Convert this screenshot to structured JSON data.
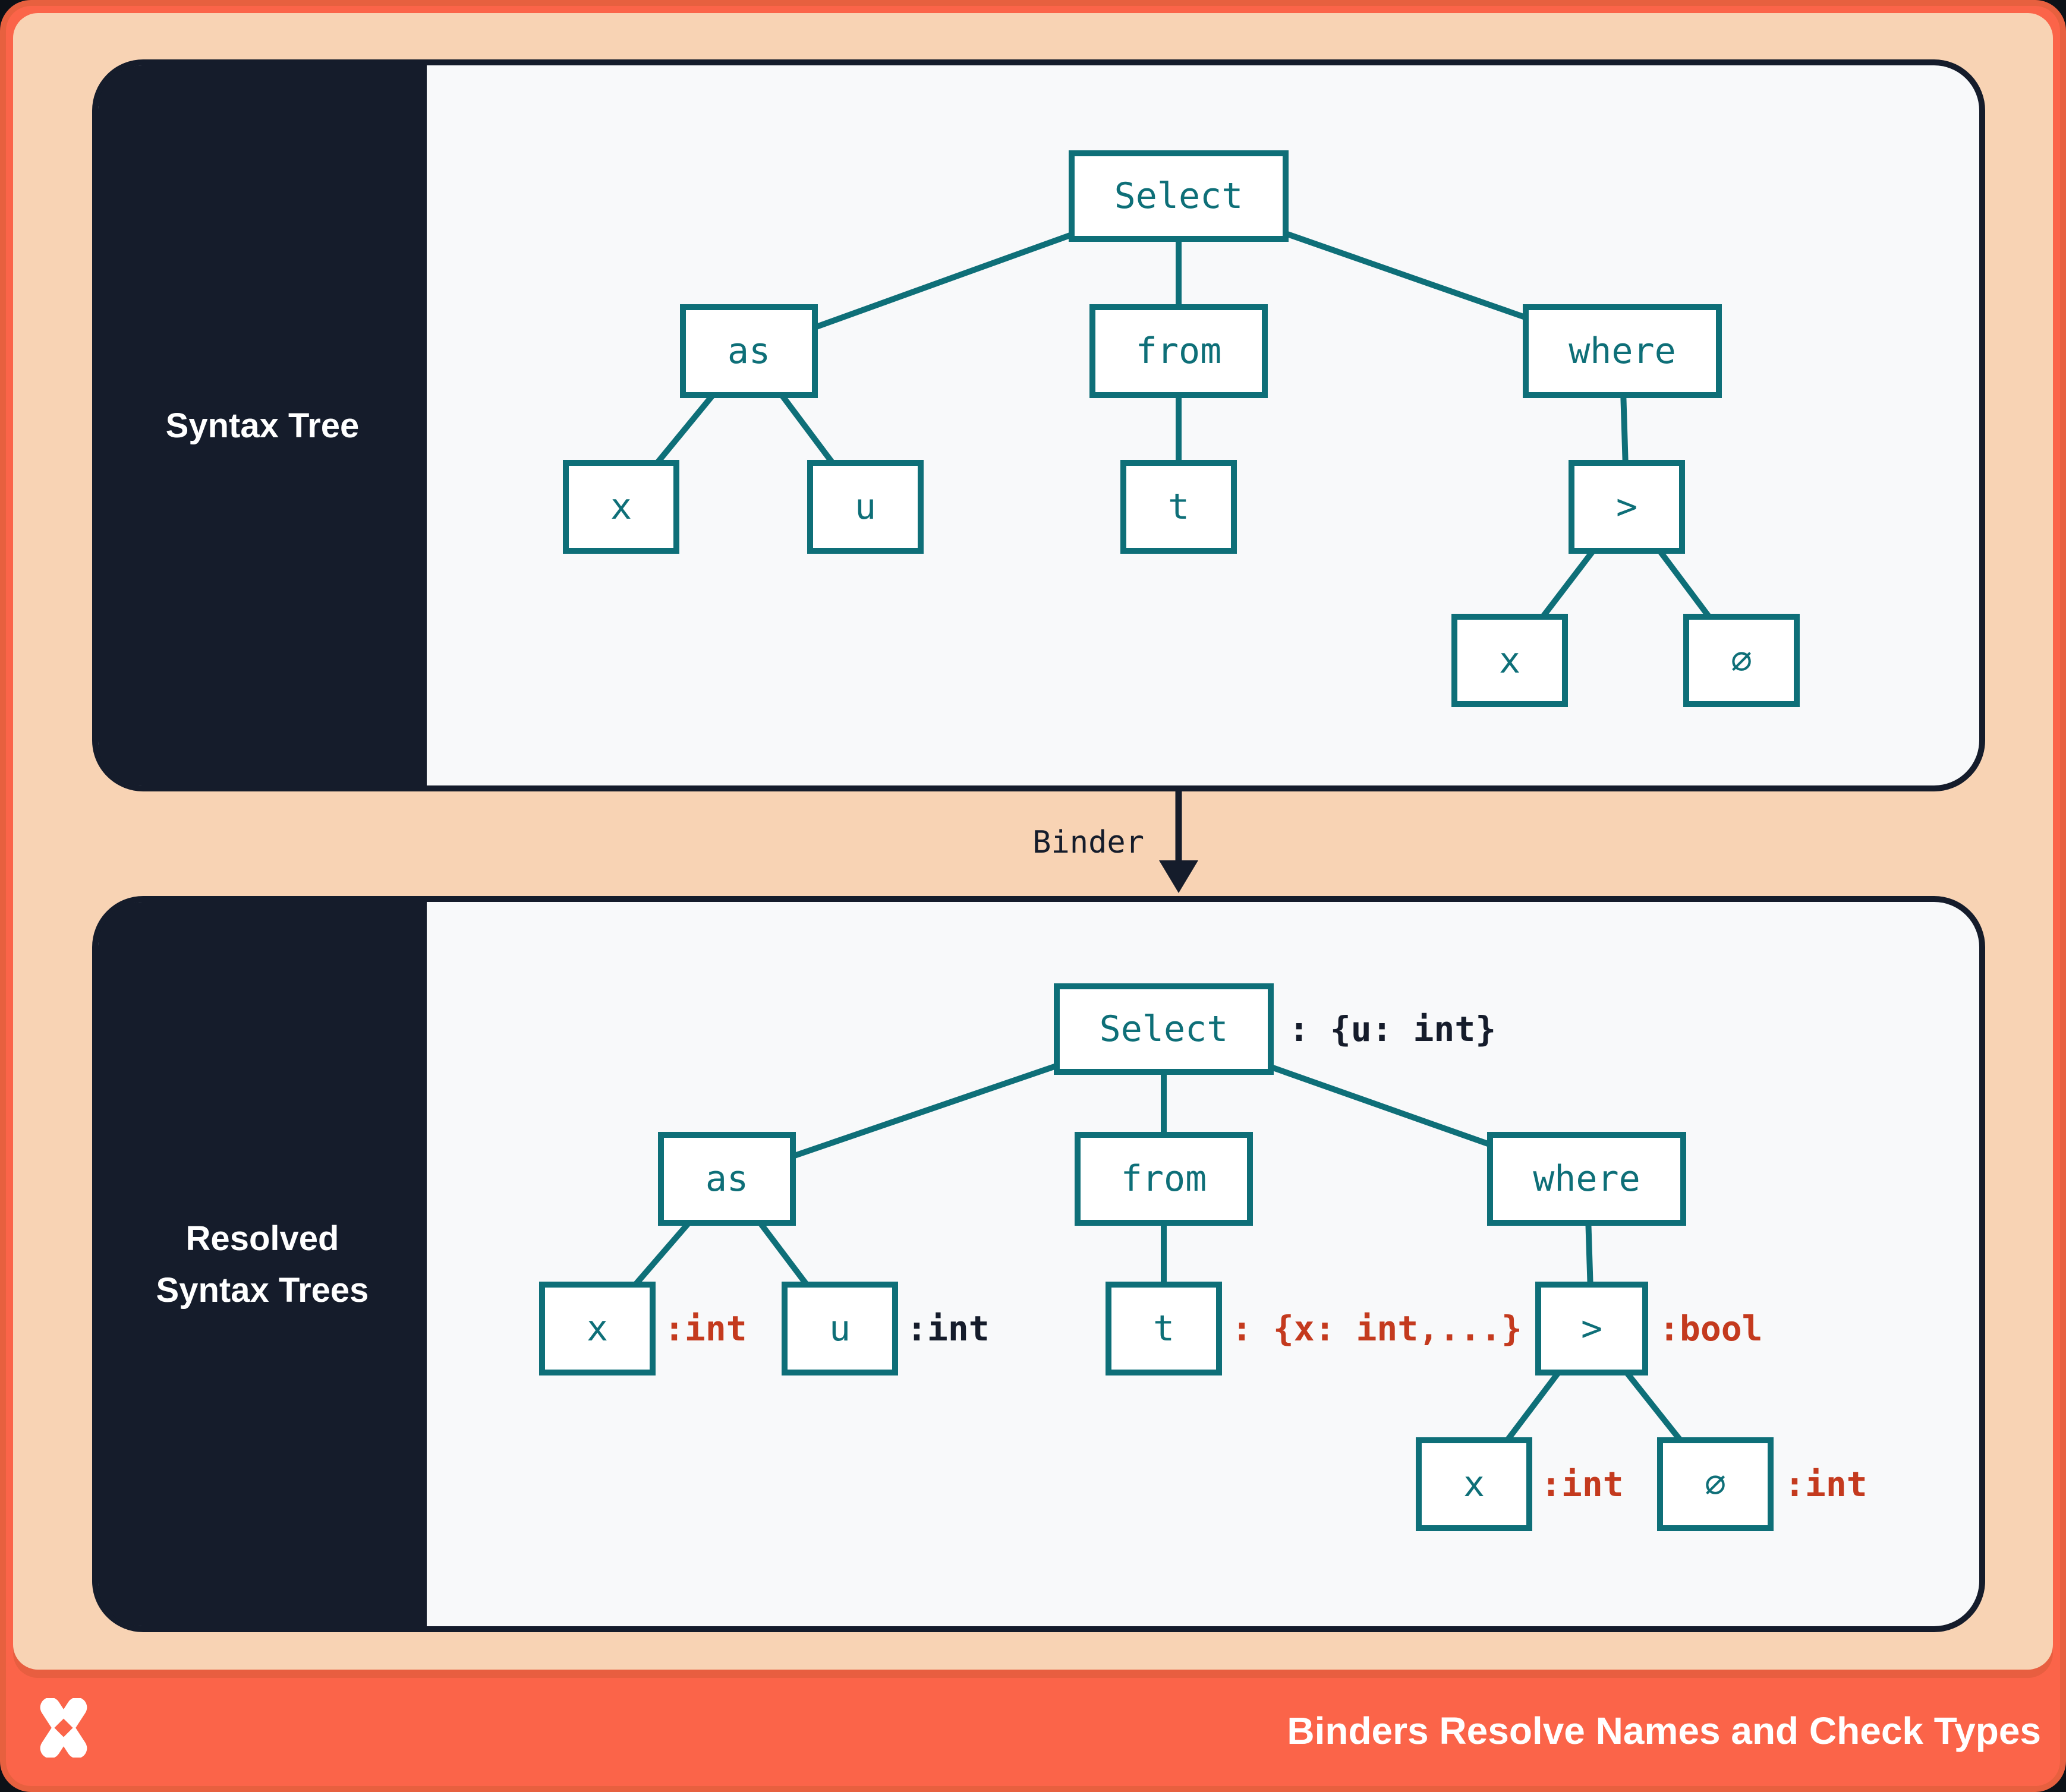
{
  "panel_top": {
    "sidebar_label": "Syntax Tree"
  },
  "panel_bottom": {
    "sidebar_label_line1": "Resolved",
    "sidebar_label_line2": "Syntax Trees"
  },
  "binder": {
    "label": "Binder"
  },
  "footer": {
    "title": "Binders Resolve Names and Check Types",
    "logo": "x-mark-logo"
  },
  "syntax_tree": {
    "nodes": {
      "select": "Select",
      "as": "as",
      "from": "from",
      "where": "where",
      "x1": "x",
      "u": "u",
      "t": "t",
      "gt": ">",
      "x2": "x",
      "zero": "∅"
    }
  },
  "resolved_tree": {
    "nodes": {
      "select": "Select",
      "as": "as",
      "from": "from",
      "where": "where",
      "x1": "x",
      "u": "u",
      "t": "t",
      "gt": ">",
      "x2": "x",
      "zero": "∅"
    },
    "annotations": {
      "select": ": {u: int}",
      "x1": ":int",
      "u": ":int",
      "t": ": {x: int,...}",
      "gt": ":bool",
      "x2": ":int",
      "zero": ":int"
    }
  },
  "colors": {
    "teal": "#0e6f78",
    "navy": "#151c2b",
    "red": "#c43a1e",
    "orange": "#fb6449",
    "peach": "#f8d3b4",
    "panel_bg": "#f8f9fa"
  }
}
